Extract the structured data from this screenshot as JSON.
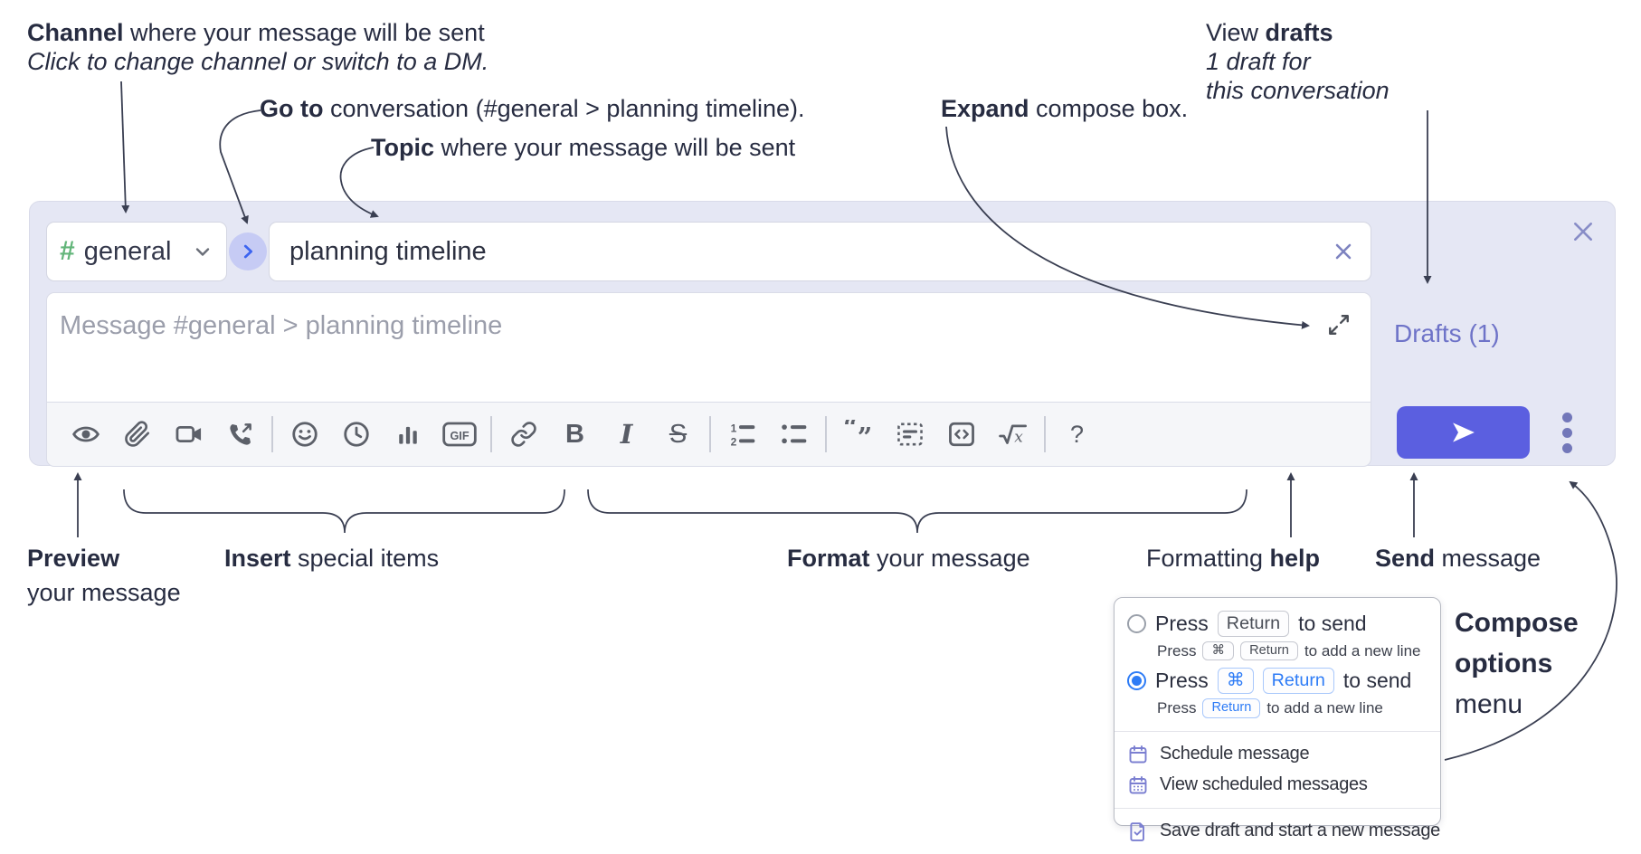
{
  "annotations": {
    "channel": {
      "bold": "Channel",
      "rest": " where your message will be sent",
      "line2": "Click to change channel or switch to a DM."
    },
    "goto": {
      "bold": "Go to",
      "rest": " conversation (#general > planning timeline)."
    },
    "topic": {
      "bold": "Topic",
      "rest": " where your message will be sent"
    },
    "view_drafts": {
      "pre": "View ",
      "bold": "drafts",
      "line2": "1 draft for",
      "line3": "this conversation"
    },
    "expand": {
      "bold": "Expand",
      "rest": " compose box."
    },
    "preview": {
      "bold": "Preview",
      "line2": "your message"
    },
    "insert": {
      "bold": "Insert",
      "rest": " special items"
    },
    "format": {
      "bold": "Format",
      "rest": " your message"
    },
    "help": {
      "pre": "Formatting ",
      "bold": "help"
    },
    "send": {
      "bold": "Send",
      "rest": " message"
    },
    "compose_menu": {
      "line1": "Compose",
      "line2": "options",
      "line3": "menu"
    }
  },
  "compose": {
    "channel_hash": "#",
    "channel_name": "general",
    "topic_value": "planning timeline",
    "message_placeholder": "Message #general > planning timeline",
    "drafts_label": "Drafts (1)",
    "gif_label": "GIF",
    "bold_label": "B",
    "italic_label": "I",
    "strike_label": "S",
    "question_label": "?"
  },
  "popup": {
    "option1": {
      "press": "Press",
      "kbd": "Return",
      "suffix": "to send",
      "sub_press": "Press",
      "sub_kbd1": "⌘",
      "sub_kbd2": "Return",
      "sub_suffix": "to add a new line"
    },
    "option2": {
      "press": "Press",
      "kbd1": "⌘",
      "kbd2": "Return",
      "suffix": "to send",
      "sub_press": "Press",
      "sub_kbd": "Return",
      "sub_suffix": "to add a new line"
    },
    "items": [
      {
        "label": "Schedule message"
      },
      {
        "label": "View scheduled messages"
      },
      {
        "label": "Save draft and start a new message"
      }
    ]
  },
  "colors": {
    "panel_bg": "#e5e7f4",
    "send_button": "#5b5fe0",
    "accent_purple": "#6e73c8",
    "radio_blue": "#2e7cf6",
    "hash_green": "#62b579"
  }
}
